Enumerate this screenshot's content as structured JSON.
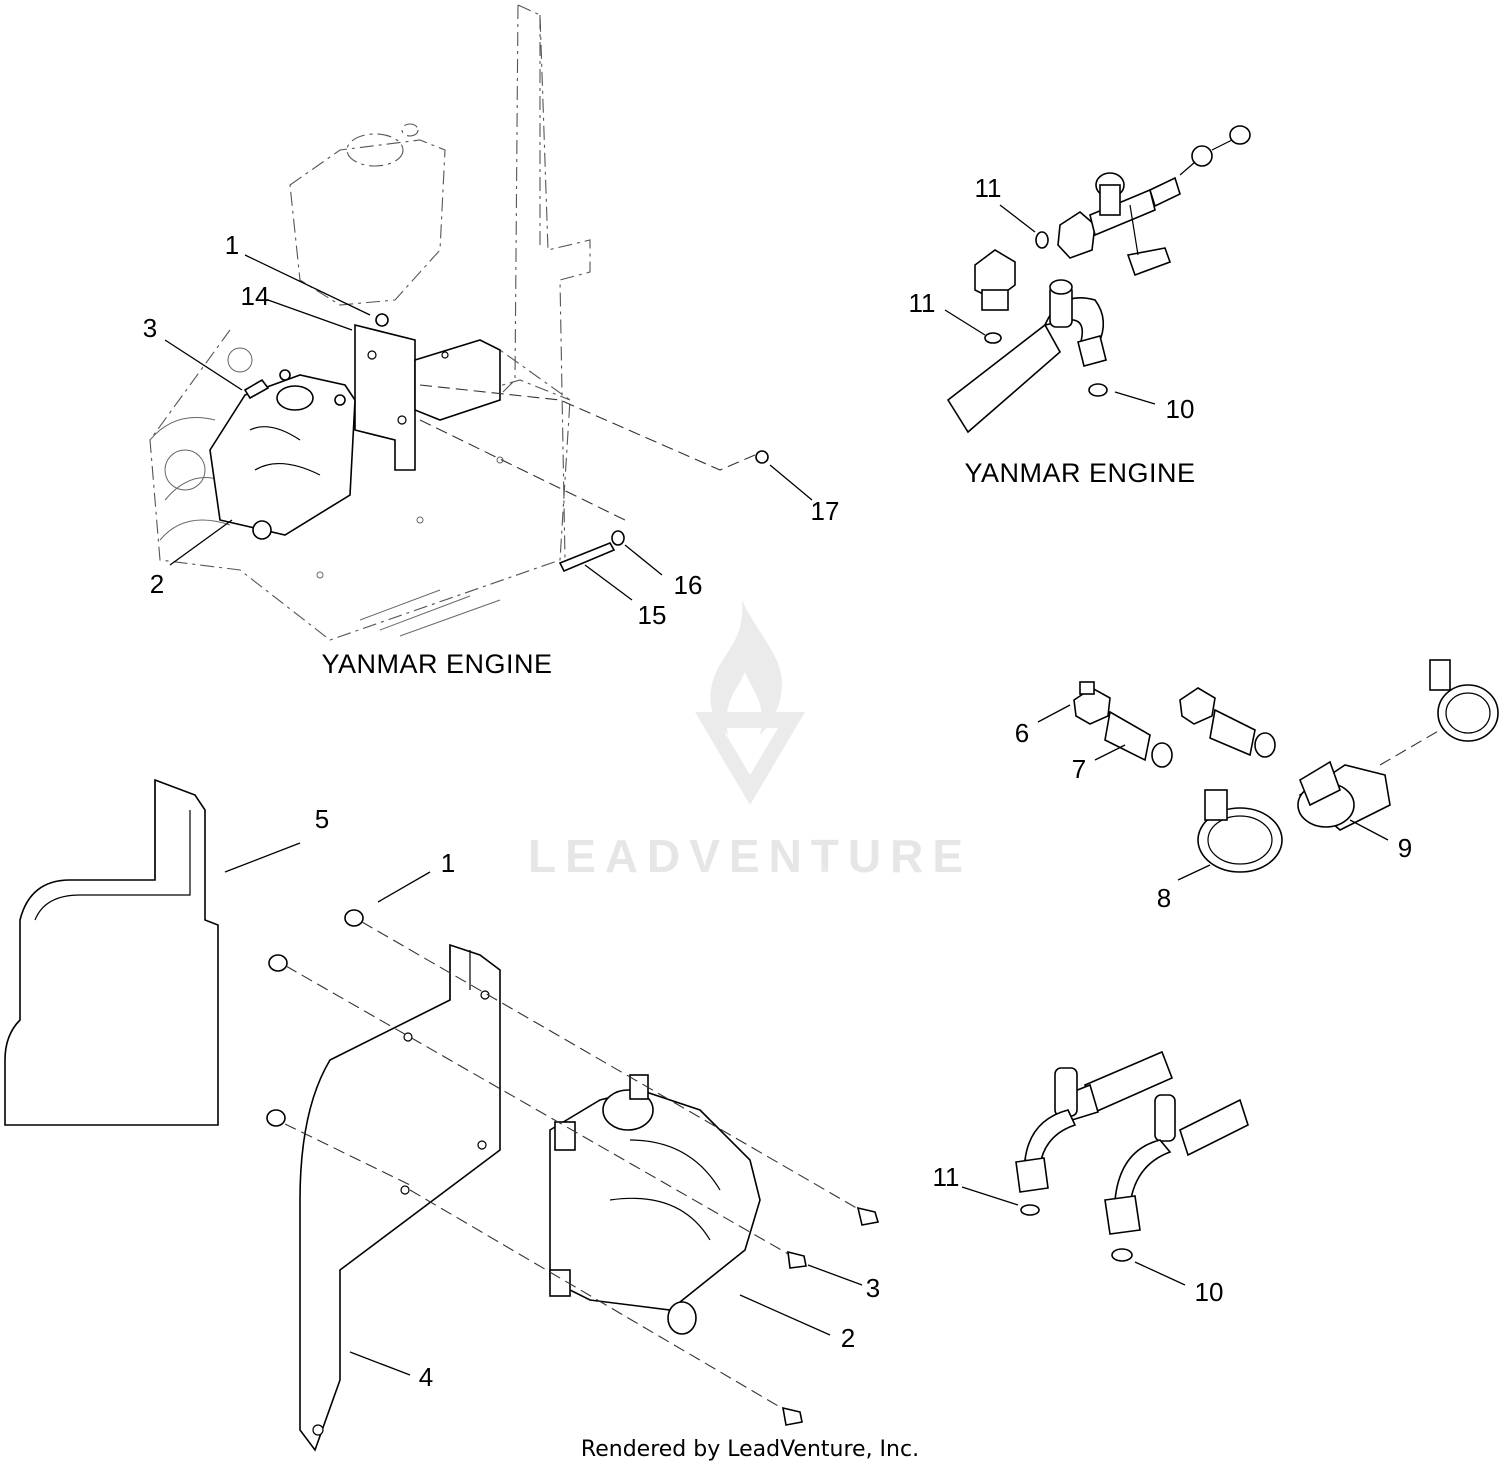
{
  "diagram": {
    "captions": {
      "top_left": "YANMAR ENGINE",
      "top_right": "YANMAR ENGINE"
    },
    "watermark": "LEADVENTURE",
    "footer": "Rendered by LeadVenture, Inc.",
    "callouts": {
      "tl_1": "1",
      "tl_14": "14",
      "tl_3": "3",
      "tl_2": "2",
      "tl_15": "15",
      "tl_16": "16",
      "tl_17": "17",
      "tr_11a": "11",
      "tr_11b": "11",
      "tr_10": "10",
      "mr_6": "6",
      "mr_7": "7",
      "mr_8": "8",
      "mr_9": "9",
      "bl_5": "5",
      "bl_1": "1",
      "bl_3": "3",
      "bl_2": "2",
      "bl_4": "4",
      "br_11": "11",
      "br_10": "10"
    }
  }
}
